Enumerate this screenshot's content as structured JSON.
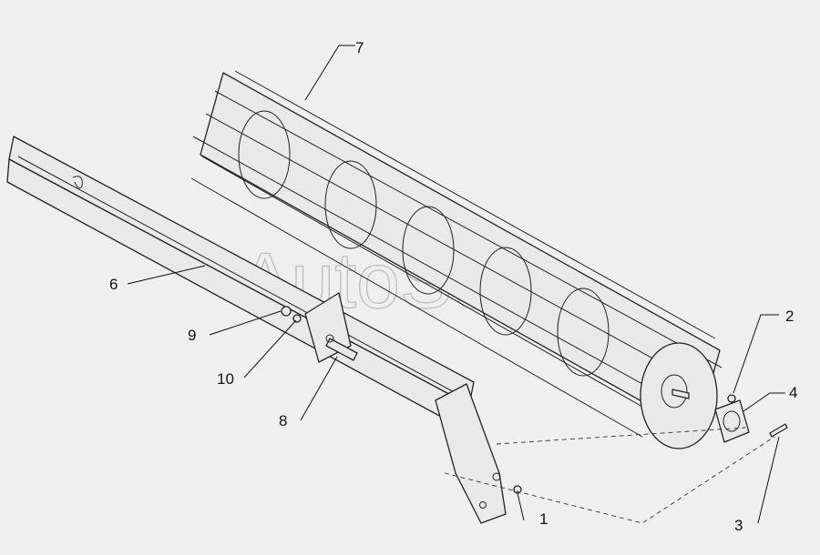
{
  "watermark": "AutoSoft",
  "callouts": [
    "1",
    "2",
    "3",
    "4",
    "6",
    "7",
    "8",
    "9",
    "10"
  ]
}
